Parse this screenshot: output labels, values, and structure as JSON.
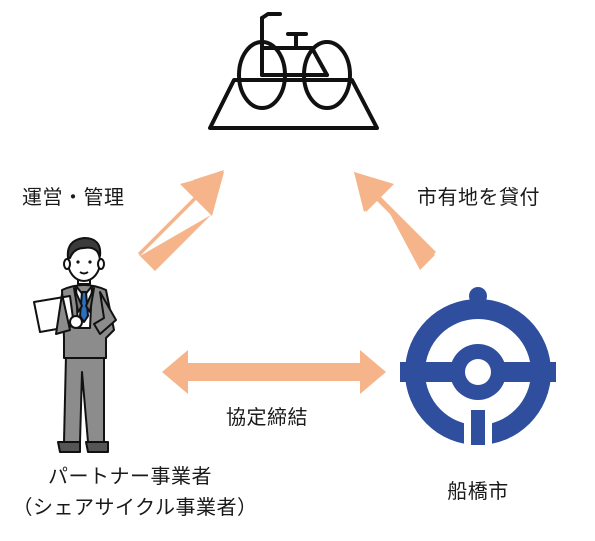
{
  "nodes": {
    "bicycle_station": {
      "icon": "bicycle-station-icon"
    },
    "partner": {
      "icon": "business-person-with-tablet-icon",
      "name_line1": "パートナー事業者",
      "name_line2": "（シェアサイクル事業者）"
    },
    "city": {
      "icon": "funabashi-city-emblem-icon",
      "name": "船橋市",
      "emblem_color": "#2f4f9e"
    }
  },
  "edges": {
    "partner_to_station": "運営・管理",
    "city_to_station": "市有地を貸付",
    "partner_city": "協定締結"
  },
  "colors": {
    "arrow": "#f5b48a",
    "suit": "#8c8c8c",
    "tie": "#2a6fc0",
    "outline": "#111111"
  }
}
